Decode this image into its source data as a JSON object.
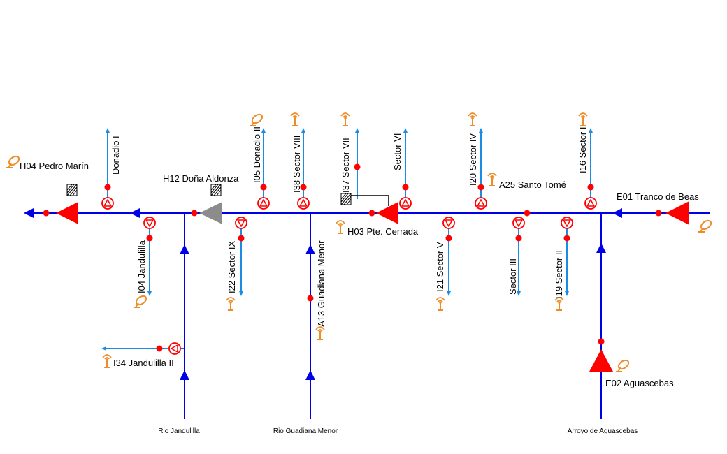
{
  "colors": {
    "river": "#0000e6",
    "channel": "#1a8ce6",
    "station": "#ff0000",
    "reservoir_off": "#8c8c8c",
    "antenna": "#f08c28"
  },
  "main_river": {
    "stations": {
      "h04": "H04 Pedro Marín",
      "h12": "H12 Doña Aldonza",
      "h03": "H03 Pte. Cerrada",
      "e01": "E01 Tranco de Beas",
      "e02": "E02 Aguascebas"
    }
  },
  "intakes": {
    "donadio_i": "Donadio I",
    "i05": "I05 Donadio II",
    "i38": "I38 Sector VIII",
    "i37": "I37 Sector VII",
    "sector_vi": "Sector VI",
    "i20": "I20 Sector IV",
    "a25": "A25 Santo Tomé",
    "i16": "I16 Sector I",
    "i04": "I04 Jandulilla",
    "i22": "I22 Sector IX",
    "a13": "A13 Guadiana Menor",
    "i21": "I21 Sector V",
    "sector_iii": "Sector III",
    "i19": "I19 Sector II",
    "i34": "I34 Jandulilla II"
  },
  "tributaries": {
    "jandulilla": "Rio Jandulilla",
    "guadiana": "Rio Guadiana Menor",
    "aguascebas": "Arroyo de Aguascebas"
  }
}
